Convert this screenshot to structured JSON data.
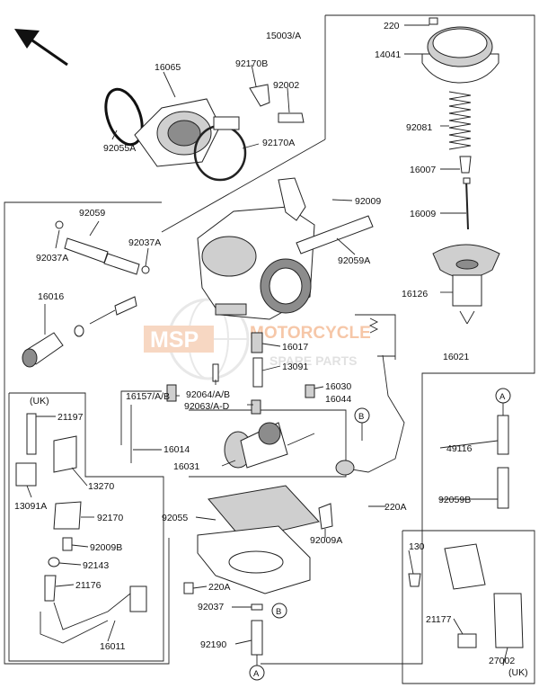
{
  "watermark": {
    "badge": "MSP",
    "line1": "MOTORCYCLE",
    "line2": "SPARE PARTS"
  },
  "labels": {
    "p220_top": "220",
    "p15003": "15003/A",
    "p14041": "14041",
    "p16065": "16065",
    "p92170B": "92170B",
    "p92002": "92002",
    "p92081": "92081",
    "p92055A": "92055A",
    "p92170A": "92170A",
    "p16007": "16007",
    "p92009_top": "92009",
    "p16009": "16009",
    "p92059": "92059",
    "p92037A_r": "92037A",
    "p92037A_l": "92037A",
    "p92059A": "92059A",
    "p16016": "16016",
    "p16126": "16126",
    "p16017": "16017",
    "p13091": "13091",
    "p16021": "16021",
    "p92064": "92064/A/B",
    "p16030": "16030",
    "p16044": "16044",
    "p16157": "16157/A/B",
    "p92063": "92063/A-D",
    "p21197": "21197",
    "p16014": "16014",
    "p16031": "16031",
    "p49116": "49116",
    "p13270": "13270",
    "p13091A": "13091A",
    "p92170": "92170",
    "p92055": "92055",
    "p220A_mid": "220A",
    "p92059B": "92059B",
    "p92009B": "92009B",
    "p92143": "92143",
    "p92009A": "92009A",
    "p220A_bot": "220A",
    "p21176": "21176",
    "p92037": "92037",
    "p130": "130",
    "p16011": "16011",
    "p21177": "21177",
    "p92190": "92190",
    "p27002": "27002",
    "uk_top": "(UK)",
    "uk_bottom": "(UK)"
  },
  "callouts": {
    "a": "A",
    "b": "B"
  },
  "icons": {
    "direction": "arrow-up-left-icon"
  }
}
